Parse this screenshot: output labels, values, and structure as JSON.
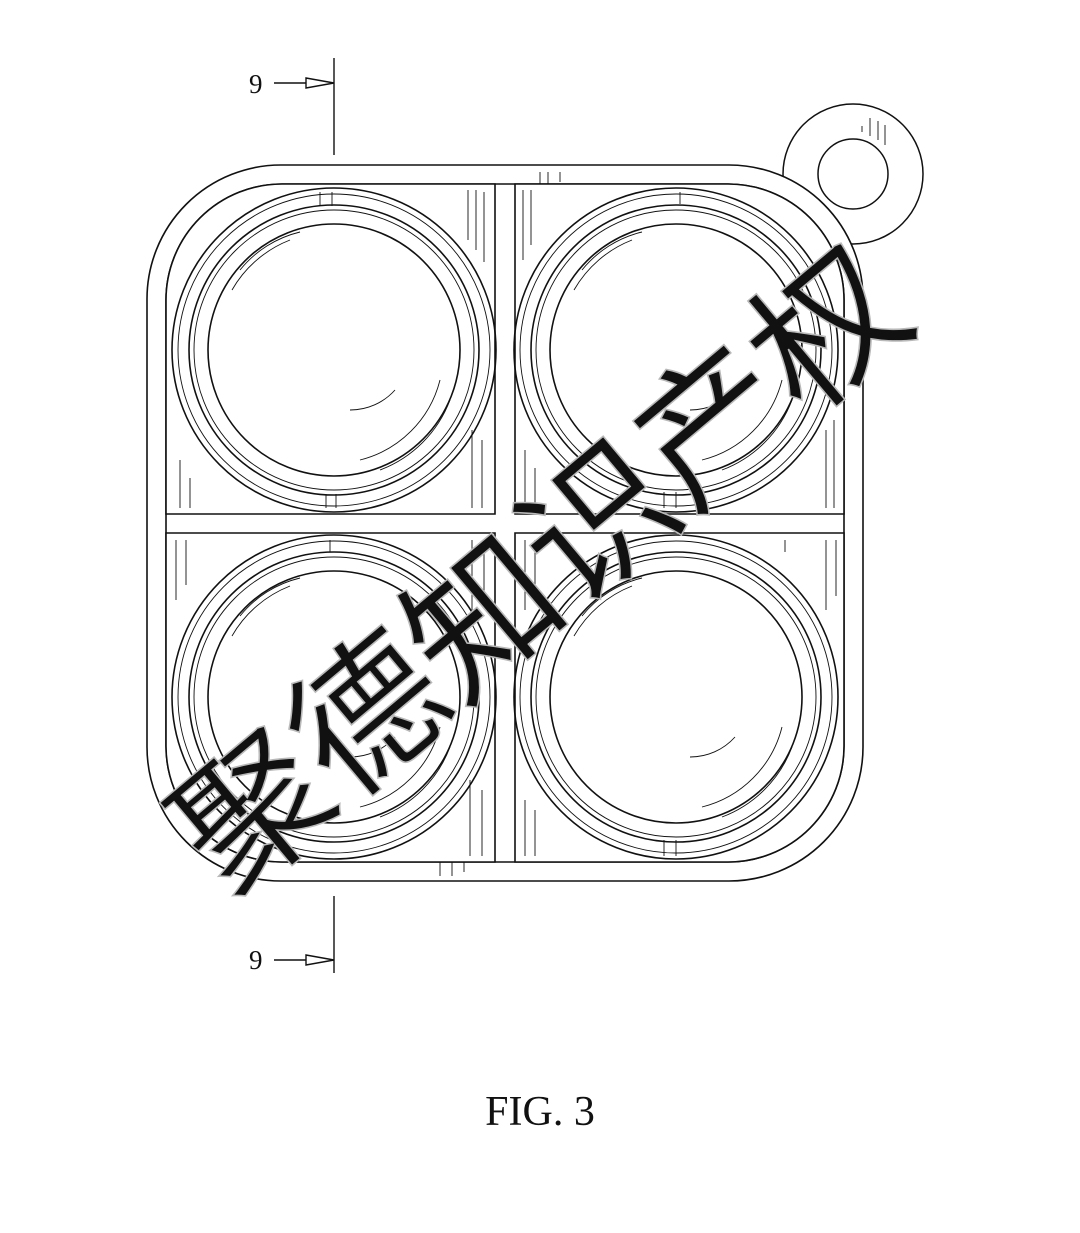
{
  "figure": {
    "caption": "FIG. 3"
  },
  "section_markers": {
    "top_label": "9",
    "bottom_label": "9"
  },
  "watermark": {
    "text": "聚德知识产权"
  },
  "icons": {
    "section_arrow": "arrow-right-icon",
    "hanging_loop": "ring-loop-icon"
  },
  "colors": {
    "line": "#111111",
    "watermark": "#cfcfcf",
    "background": "#ffffff"
  }
}
